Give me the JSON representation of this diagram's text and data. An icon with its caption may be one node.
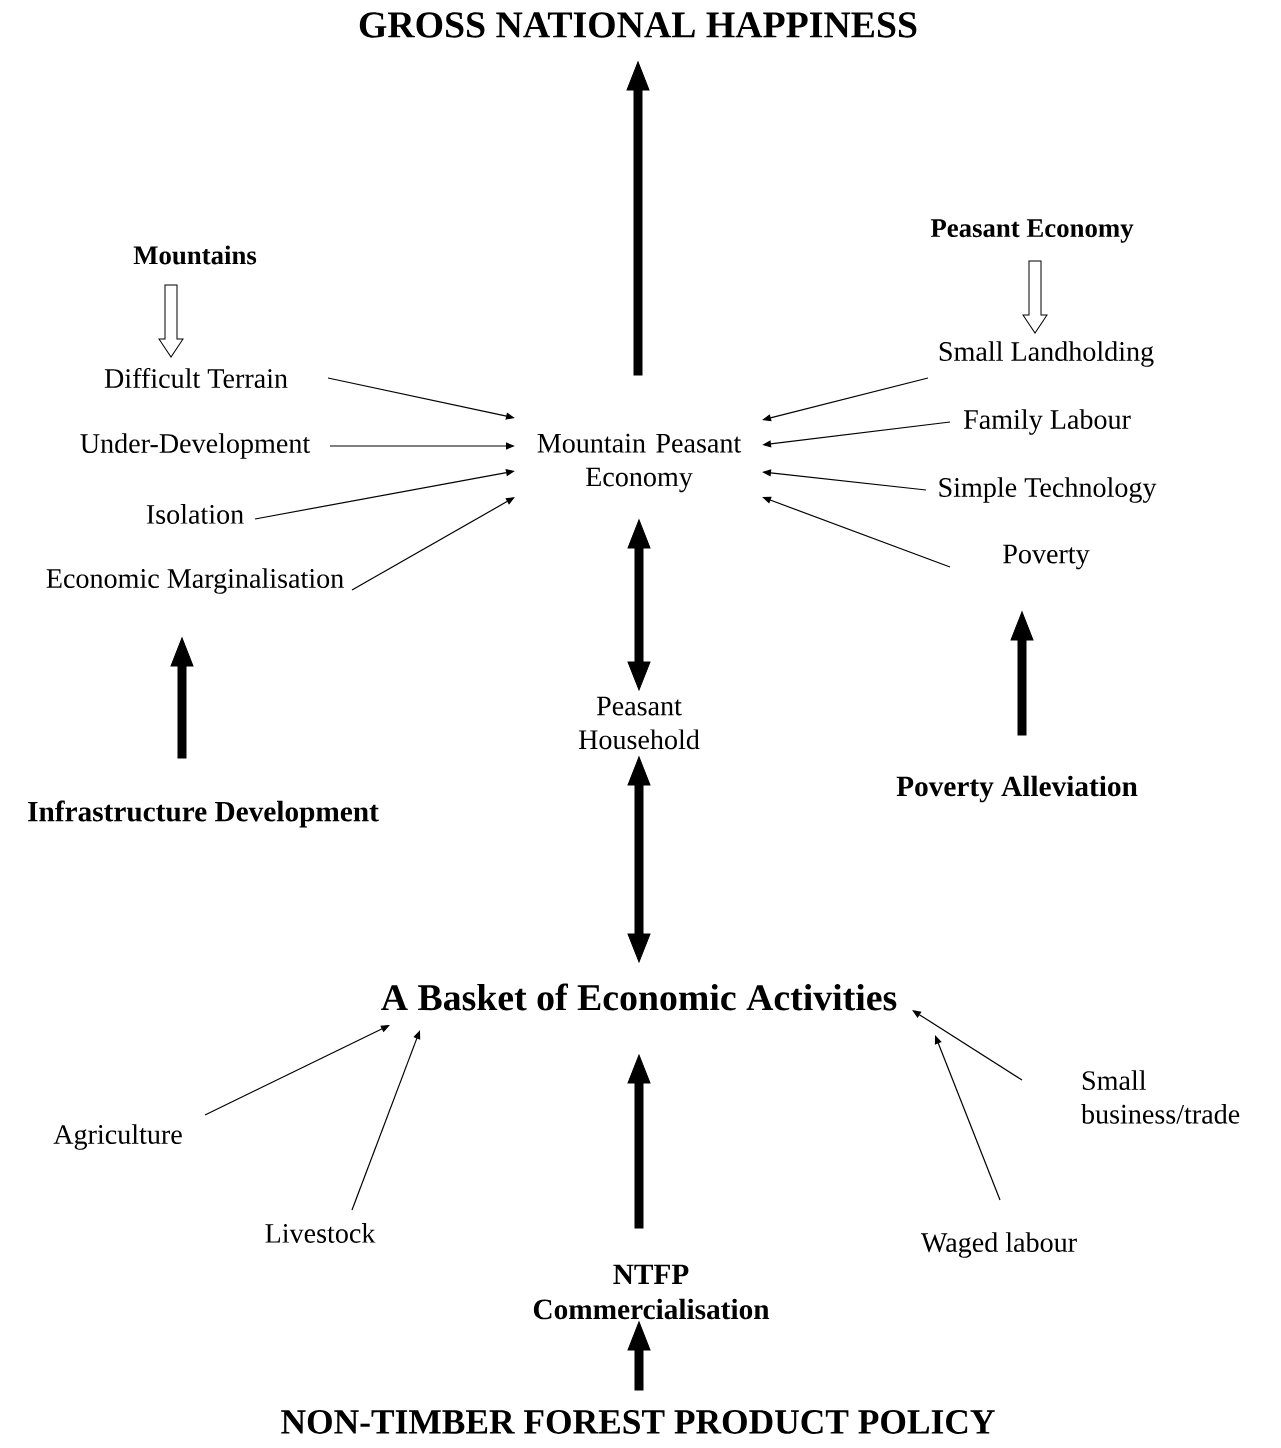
{
  "diagram": {
    "nodes": [
      {
        "text": [
          "GROSS NATIONAL HAPPINESS"
        ]
      },
      {
        "text": [
          "Mountains"
        ]
      },
      {
        "text": [
          "Difficult Terrain"
        ]
      },
      {
        "text": [
          "Under-Development"
        ]
      },
      {
        "text": [
          "Isolation"
        ]
      },
      {
        "text": [
          "Economic Marginalisation"
        ]
      },
      {
        "text": [
          "Mountain Peasant Economy"
        ]
      },
      {
        "text": [
          "Peasant Economy"
        ]
      },
      {
        "text": [
          "Small Landholding"
        ]
      },
      {
        "text": [
          "Family Labour"
        ]
      },
      {
        "text": [
          "Simple Technology"
        ]
      },
      {
        "text": [
          "Poverty"
        ]
      },
      {
        "text": [
          "Infrastructure Development"
        ]
      },
      {
        "text": [
          "Peasant Household"
        ]
      },
      {
        "text": [
          "Poverty Alleviation"
        ]
      },
      {
        "text": [
          "A Basket of Economic Activities"
        ]
      },
      {
        "text": [
          "Agriculture"
        ]
      },
      {
        "text": [
          "Livestock"
        ]
      },
      {
        "text": [
          "Small business/trade"
        ]
      },
      {
        "text": [
          "Waged labour"
        ]
      },
      {
        "text": [
          "NTFP Commercialisation"
        ]
      },
      {
        "text": [
          "NON-TIMBER FOREST PRODUCT POLICY"
        ]
      }
    ],
    "edges": [
      {
        "from": 6,
        "to": 0,
        "arrow": "to",
        "style": "thick"
      },
      {
        "from": 1,
        "to": 2,
        "arrow": "to",
        "style": "thick",
        "color": "#ffffff"
      },
      {
        "from": 2,
        "to": 6,
        "arrow": "to"
      },
      {
        "from": 3,
        "to": 6,
        "arrow": "to"
      },
      {
        "from": 4,
        "to": 6,
        "arrow": "to"
      },
      {
        "from": 5,
        "to": 6,
        "arrow": "to"
      },
      {
        "from": 7,
        "to": 8,
        "arrow": "to",
        "style": "thick",
        "color": "#ffffff"
      },
      {
        "from": 8,
        "to": 6,
        "arrow": "to"
      },
      {
        "from": 9,
        "to": 6,
        "arrow": "to"
      },
      {
        "from": 10,
        "to": 6,
        "arrow": "to"
      },
      {
        "from": 11,
        "to": 6,
        "arrow": "to"
      },
      {
        "from": 12,
        "to": 5,
        "arrow": "to",
        "style": "thick"
      },
      {
        "from": 14,
        "to": 11,
        "arrow": "to",
        "style": "thick"
      },
      {
        "from": 6,
        "to": 13,
        "arrow": "both",
        "style": "thick"
      },
      {
        "from": 13,
        "to": 15,
        "arrow": "both",
        "style": "thick"
      },
      {
        "from": 16,
        "to": 15,
        "arrow": "to"
      },
      {
        "from": 17,
        "to": 15,
        "arrow": "to"
      },
      {
        "from": 19,
        "to": 15,
        "arrow": "to"
      },
      {
        "from": 18,
        "to": 15,
        "arrow": "to"
      },
      {
        "from": 20,
        "to": 15,
        "arrow": "to",
        "style": "thick"
      },
      {
        "from": 21,
        "to": 20,
        "arrow": "to",
        "style": "thick"
      }
    ]
  }
}
